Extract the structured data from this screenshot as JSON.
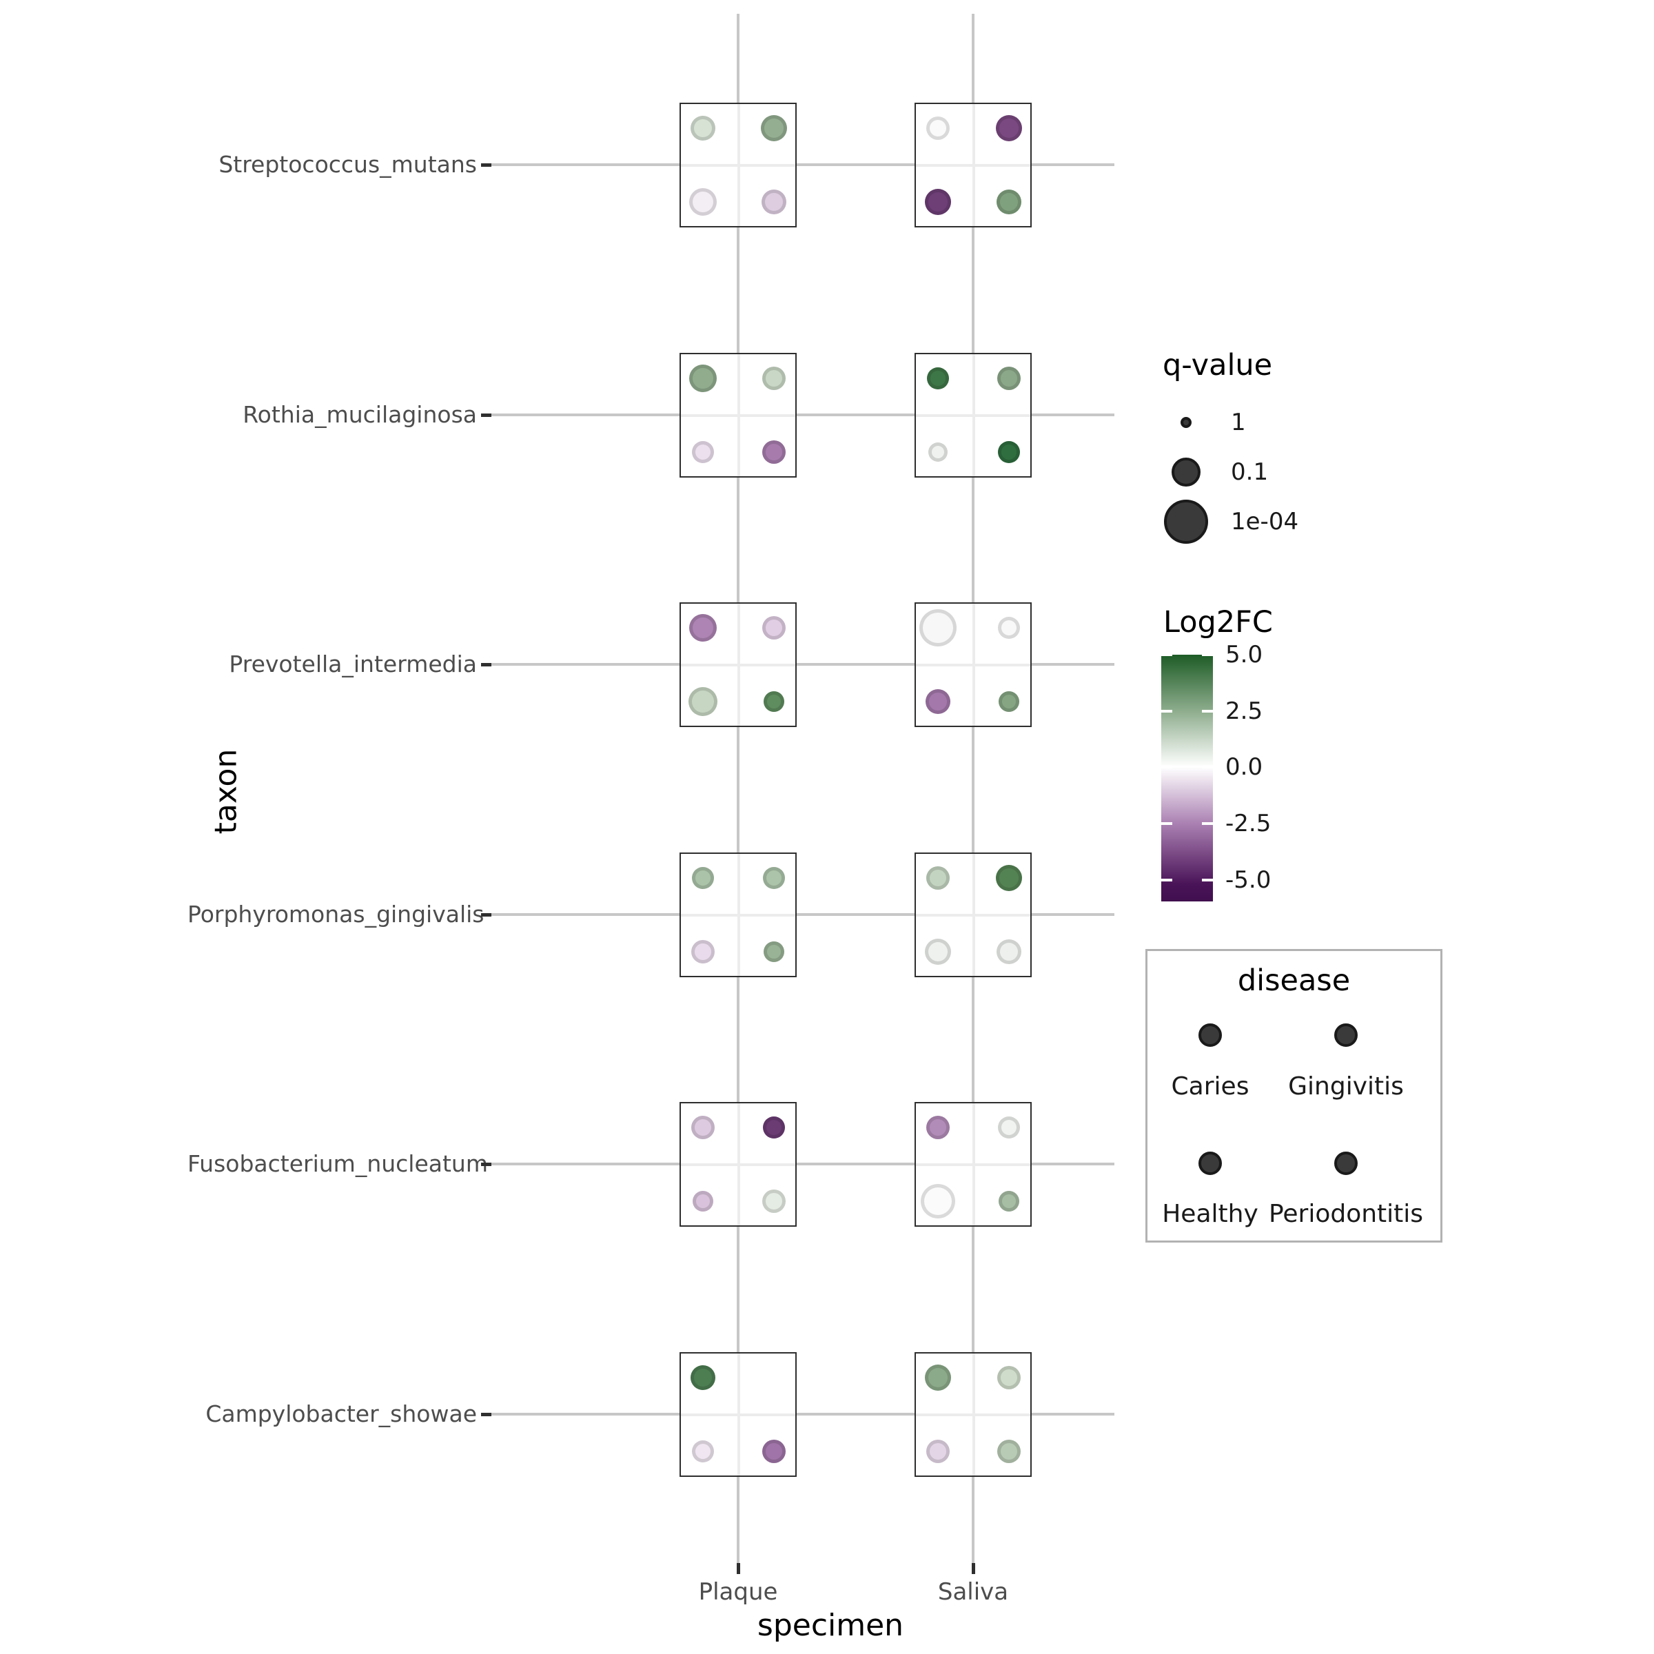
{
  "chart_data": {
    "type": "scatter",
    "title": "",
    "xlabel": "specimen",
    "ylabel": "taxon",
    "x_categories": [
      "Plaque",
      "Saliva"
    ],
    "y_categories": [
      "Streptococcus_mutans",
      "Rothia_mucilaginosa",
      "Prevotella_intermedia",
      "Porphyromonas_gingivalis",
      "Fusobacterium_nucleatum",
      "Campylobacter_showae"
    ],
    "diseases": [
      "Caries",
      "Gingivitis",
      "Healthy",
      "Periodontitis"
    ],
    "grid": true,
    "legend_position": "right",
    "size_legend": {
      "title": "q-value",
      "entries": [
        {
          "label": "1",
          "q": 1,
          "radius_px": 8
        },
        {
          "label": "0.1",
          "q": 0.1,
          "radius_px": 21
        },
        {
          "label": "1e-04",
          "q": 0.0001,
          "radius_px": 32
        }
      ]
    },
    "color_legend": {
      "title": "Log2FC",
      "ticks": [
        "5.0",
        "2.5",
        "0.0",
        "-2.5",
        "-5.0"
      ],
      "domain": [
        -5,
        5
      ],
      "gradient_colors": [
        "#1d5b26",
        "#8fae8e",
        "#ffffff",
        "#aa80b2",
        "#4a1458",
        "#400f4e"
      ]
    },
    "disease_legend": {
      "title": "disease",
      "items": [
        "Caries",
        "Gingivitis",
        "Healthy",
        "Periodontitis"
      ]
    },
    "points": [
      {
        "taxon": "Streptococcus_mutans",
        "specimen": "Plaque",
        "disease": "Caries",
        "log2fc": 0.9,
        "q": 0.17,
        "color": "#d7e2d4",
        "radius_px": 18
      },
      {
        "taxon": "Streptococcus_mutans",
        "specimen": "Plaque",
        "disease": "Gingivitis",
        "log2fc": 2.4,
        "q": 0.14,
        "color": "#94ae91",
        "radius_px": 19
      },
      {
        "taxon": "Streptococcus_mutans",
        "specimen": "Plaque",
        "disease": "Healthy",
        "log2fc": -0.3,
        "q": 0.12,
        "color": "#f3edf4",
        "radius_px": 20
      },
      {
        "taxon": "Streptococcus_mutans",
        "specimen": "Plaque",
        "disease": "Periodontitis",
        "log2fc": -1.0,
        "q": 0.17,
        "color": "#decde1",
        "radius_px": 18
      },
      {
        "taxon": "Streptococcus_mutans",
        "specimen": "Saliva",
        "disease": "Caries",
        "log2fc": 0.0,
        "q": 0.2,
        "color": "#fafafa",
        "radius_px": 17
      },
      {
        "taxon": "Streptococcus_mutans",
        "specimen": "Saliva",
        "disease": "Gingivitis",
        "log2fc": -3.9,
        "q": 0.14,
        "color": "#7a4981",
        "radius_px": 19
      },
      {
        "taxon": "Streptococcus_mutans",
        "specimen": "Saliva",
        "disease": "Healthy",
        "log2fc": -4.2,
        "q": 0.14,
        "color": "#6e3e77",
        "radius_px": 19
      },
      {
        "taxon": "Streptococcus_mutans",
        "specimen": "Saliva",
        "disease": "Periodontitis",
        "log2fc": 2.9,
        "q": 0.17,
        "color": "#80a17e",
        "radius_px": 18
      },
      {
        "taxon": "Rothia_mucilaginosa",
        "specimen": "Plaque",
        "disease": "Caries",
        "log2fc": 2.5,
        "q": 0.12,
        "color": "#90ac8d",
        "radius_px": 20
      },
      {
        "taxon": "Rothia_mucilaginosa",
        "specimen": "Plaque",
        "disease": "Gingivitis",
        "log2fc": 1.2,
        "q": 0.2,
        "color": "#c9d8c6",
        "radius_px": 17
      },
      {
        "taxon": "Rothia_mucilaginosa",
        "specimen": "Plaque",
        "disease": "Healthy",
        "log2fc": -0.6,
        "q": 0.25,
        "color": "#ecdfee",
        "radius_px": 16
      },
      {
        "taxon": "Rothia_mucilaginosa",
        "specimen": "Plaque",
        "disease": "Periodontitis",
        "log2fc": -2.6,
        "q": 0.2,
        "color": "#a77cad",
        "radius_px": 17
      },
      {
        "taxon": "Rothia_mucilaginosa",
        "specimen": "Saliva",
        "disease": "Caries",
        "log2fc": 4.3,
        "q": 0.25,
        "color": "#3e7747",
        "radius_px": 16
      },
      {
        "taxon": "Rothia_mucilaginosa",
        "specimen": "Saliva",
        "disease": "Gingivitis",
        "log2fc": 2.6,
        "q": 0.2,
        "color": "#8ba889",
        "radius_px": 17
      },
      {
        "taxon": "Rothia_mucilaginosa",
        "specimen": "Saliva",
        "disease": "Healthy",
        "log2fc": 0.2,
        "q": 0.35,
        "color": "#eff2ee",
        "radius_px": 14
      },
      {
        "taxon": "Rothia_mucilaginosa",
        "specimen": "Saliva",
        "disease": "Periodontitis",
        "log2fc": 4.8,
        "q": 0.25,
        "color": "#2f6e3f",
        "radius_px": 16
      },
      {
        "taxon": "Prevotella_intermedia",
        "specimen": "Plaque",
        "disease": "Caries",
        "log2fc": -2.4,
        "q": 0.12,
        "color": "#ad84b3",
        "radius_px": 20
      },
      {
        "taxon": "Prevotella_intermedia",
        "specimen": "Plaque",
        "disease": "Gingivitis",
        "log2fc": -0.9,
        "q": 0.2,
        "color": "#e1cde4",
        "radius_px": 17
      },
      {
        "taxon": "Prevotella_intermedia",
        "specimen": "Plaque",
        "disease": "Healthy",
        "log2fc": 1.3,
        "q": 0.1,
        "color": "#c7d6c3",
        "radius_px": 21
      },
      {
        "taxon": "Prevotella_intermedia",
        "specimen": "Plaque",
        "disease": "Periodontitis",
        "log2fc": 3.6,
        "q": 0.3,
        "color": "#5f8d5f",
        "radius_px": 15
      },
      {
        "taxon": "Prevotella_intermedia",
        "specimen": "Saliva",
        "disease": "Caries",
        "log2fc": 0.0,
        "q": 0.004,
        "color": "#f7f7f7",
        "radius_px": 27
      },
      {
        "taxon": "Prevotella_intermedia",
        "specimen": "Saliva",
        "disease": "Gingivitis",
        "log2fc": 0.1,
        "q": 0.25,
        "color": "#f8f8f8",
        "radius_px": 16
      },
      {
        "taxon": "Prevotella_intermedia",
        "specimen": "Saliva",
        "disease": "Healthy",
        "log2fc": -2.7,
        "q": 0.17,
        "color": "#a478ab",
        "radius_px": 18
      },
      {
        "taxon": "Prevotella_intermedia",
        "specimen": "Saliva",
        "disease": "Periodontitis",
        "log2fc": 2.8,
        "q": 0.3,
        "color": "#86a683",
        "radius_px": 15
      },
      {
        "taxon": "Porphyromonas_gingivalis",
        "specimen": "Plaque",
        "disease": "Caries",
        "log2fc": 1.8,
        "q": 0.25,
        "color": "#abc3a8",
        "radius_px": 16
      },
      {
        "taxon": "Porphyromonas_gingivalis",
        "specimen": "Plaque",
        "disease": "Gingivitis",
        "log2fc": 1.8,
        "q": 0.25,
        "color": "#acc4a9",
        "radius_px": 16
      },
      {
        "taxon": "Porphyromonas_gingivalis",
        "specimen": "Plaque",
        "disease": "Healthy",
        "log2fc": -0.7,
        "q": 0.2,
        "color": "#e9dbeb",
        "radius_px": 17
      },
      {
        "taxon": "Porphyromonas_gingivalis",
        "specimen": "Plaque",
        "disease": "Periodontitis",
        "log2fc": 2.2,
        "q": 0.3,
        "color": "#99b396",
        "radius_px": 15
      },
      {
        "taxon": "Porphyromonas_gingivalis",
        "specimen": "Saliva",
        "disease": "Caries",
        "log2fc": 1.4,
        "q": 0.2,
        "color": "#c3d4c0",
        "radius_px": 17
      },
      {
        "taxon": "Porphyromonas_gingivalis",
        "specimen": "Saliva",
        "disease": "Gingivitis",
        "log2fc": 3.9,
        "q": 0.14,
        "color": "#548353",
        "radius_px": 19
      },
      {
        "taxon": "Porphyromonas_gingivalis",
        "specimen": "Saliva",
        "disease": "Healthy",
        "log2fc": 0.2,
        "q": 0.14,
        "color": "#eef1ed",
        "radius_px": 19
      },
      {
        "taxon": "Porphyromonas_gingivalis",
        "specimen": "Saliva",
        "disease": "Periodontitis",
        "log2fc": 0.1,
        "q": 0.17,
        "color": "#edf0ec",
        "radius_px": 18
      },
      {
        "taxon": "Fusobacterium_nucleatum",
        "specimen": "Plaque",
        "disease": "Caries",
        "log2fc": -1.0,
        "q": 0.2,
        "color": "#ddc9e0",
        "radius_px": 17
      },
      {
        "taxon": "Fusobacterium_nucleatum",
        "specimen": "Plaque",
        "disease": "Gingivitis",
        "log2fc": -4.3,
        "q": 0.25,
        "color": "#6b3b74",
        "radius_px": 16
      },
      {
        "taxon": "Fusobacterium_nucleatum",
        "specimen": "Plaque",
        "disease": "Healthy",
        "log2fc": -1.1,
        "q": 0.35,
        "color": "#d9c3dc",
        "radius_px": 15
      },
      {
        "taxon": "Fusobacterium_nucleatum",
        "specimen": "Plaque",
        "disease": "Periodontitis",
        "log2fc": 0.5,
        "q": 0.2,
        "color": "#e5ece3",
        "radius_px": 17
      },
      {
        "taxon": "Fusobacterium_nucleatum",
        "specimen": "Saliva",
        "disease": "Caries",
        "log2fc": -2.1,
        "q": 0.2,
        "color": "#b28cb8",
        "radius_px": 17
      },
      {
        "taxon": "Fusobacterium_nucleatum",
        "specimen": "Saliva",
        "disease": "Gingivitis",
        "log2fc": 0.1,
        "q": 0.25,
        "color": "#f0f3ef",
        "radius_px": 16
      },
      {
        "taxon": "Fusobacterium_nucleatum",
        "specimen": "Saliva",
        "disease": "Healthy",
        "log2fc": 0.0,
        "q": 0.008,
        "color": "#fbfbfb",
        "radius_px": 25
      },
      {
        "taxon": "Fusobacterium_nucleatum",
        "specimen": "Saliva",
        "disease": "Periodontitis",
        "log2fc": 1.9,
        "q": 0.3,
        "color": "#a7bea4",
        "radius_px": 15
      },
      {
        "taxon": "Campylobacter_showae",
        "specimen": "Plaque",
        "disease": "Caries",
        "log2fc": 4.0,
        "q": 0.17,
        "color": "#4c7e52",
        "radius_px": 18
      },
      {
        "taxon": "Campylobacter_showae",
        "specimen": "Plaque",
        "disease": "Healthy",
        "log2fc": -0.4,
        "q": 0.25,
        "color": "#efe6f1",
        "radius_px": 16
      },
      {
        "taxon": "Campylobacter_showae",
        "specimen": "Plaque",
        "disease": "Periodontitis",
        "log2fc": -2.8,
        "q": 0.2,
        "color": "#a074a8",
        "radius_px": 17
      },
      {
        "taxon": "Campylobacter_showae",
        "specimen": "Saliva",
        "disease": "Caries",
        "log2fc": 2.6,
        "q": 0.14,
        "color": "#8baa89",
        "radius_px": 19
      },
      {
        "taxon": "Campylobacter_showae",
        "specimen": "Saliva",
        "disease": "Gingivitis",
        "log2fc": 1.1,
        "q": 0.25,
        "color": "#cfdccb",
        "radius_px": 17
      },
      {
        "taxon": "Campylobacter_showae",
        "specimen": "Saliva",
        "disease": "Healthy",
        "log2fc": -0.8,
        "q": 0.2,
        "color": "#e4d5e6",
        "radius_px": 17
      },
      {
        "taxon": "Campylobacter_showae",
        "specimen": "Saliva",
        "disease": "Periodontitis",
        "log2fc": 1.6,
        "q": 0.2,
        "color": "#b8cbb5",
        "radius_px": 17
      }
    ]
  }
}
